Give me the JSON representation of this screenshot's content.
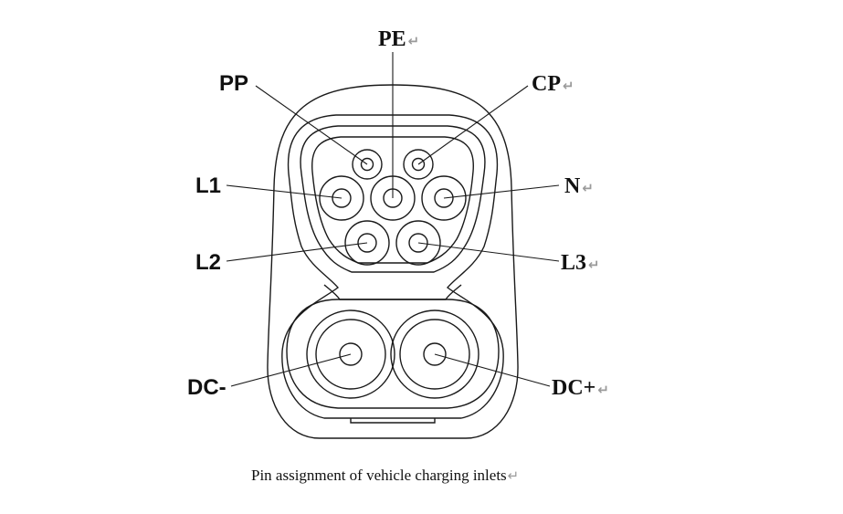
{
  "diagram": {
    "caption": "Pin assignment of vehicle charging inlets",
    "return_mark": "↵",
    "labels": {
      "pe": "PE",
      "pp": "PP",
      "cp": "CP",
      "l1": "L1",
      "n": "N",
      "l2": "L2",
      "l3": "L3",
      "dc_minus": "DC-",
      "dc_plus": "DC+"
    }
  }
}
